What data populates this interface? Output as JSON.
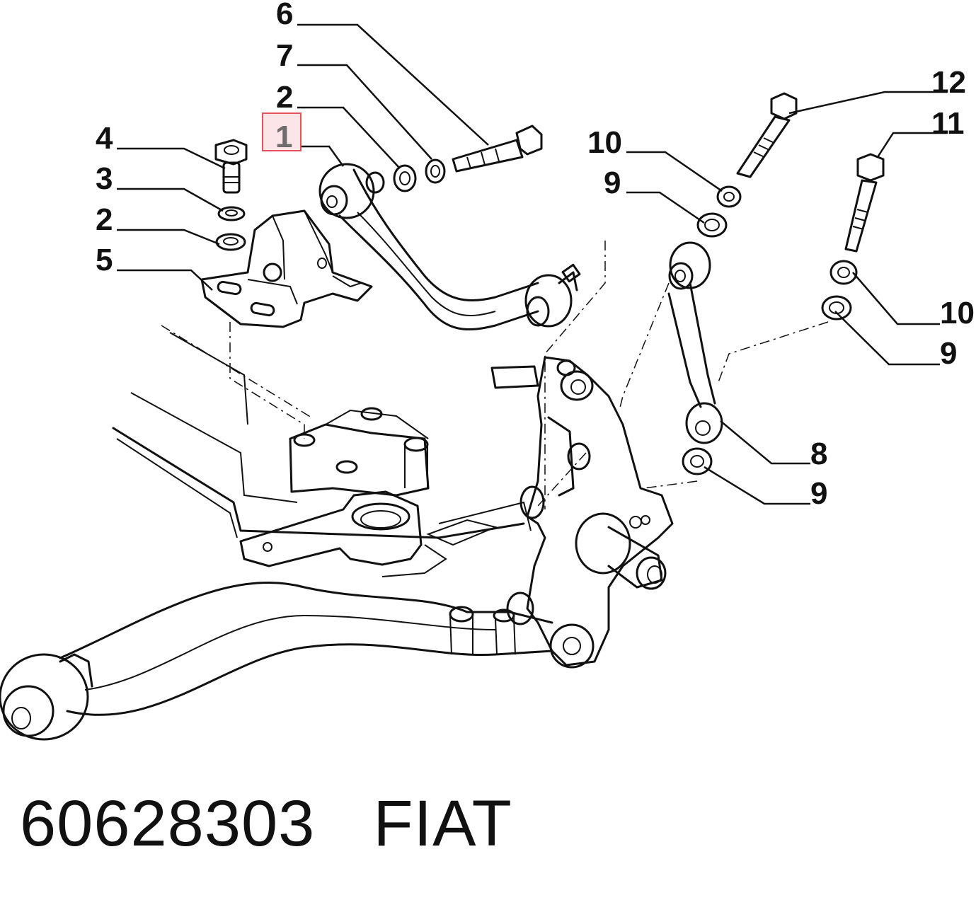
{
  "part_labels": {
    "p1": "1",
    "p2a": "2",
    "p2b": "2",
    "p3": "3",
    "p4": "4",
    "p5": "5",
    "p6": "6",
    "p7": "7",
    "p8": "8",
    "p9a": "9",
    "p9b": "9",
    "p9c": "9",
    "p10a": "10",
    "p10b": "10",
    "p11": "11",
    "p12": "12"
  },
  "highlighted_part": "1",
  "highlight_color": "#e8505b",
  "caption": {
    "part_number": "60628303",
    "brand": "FIAT"
  }
}
